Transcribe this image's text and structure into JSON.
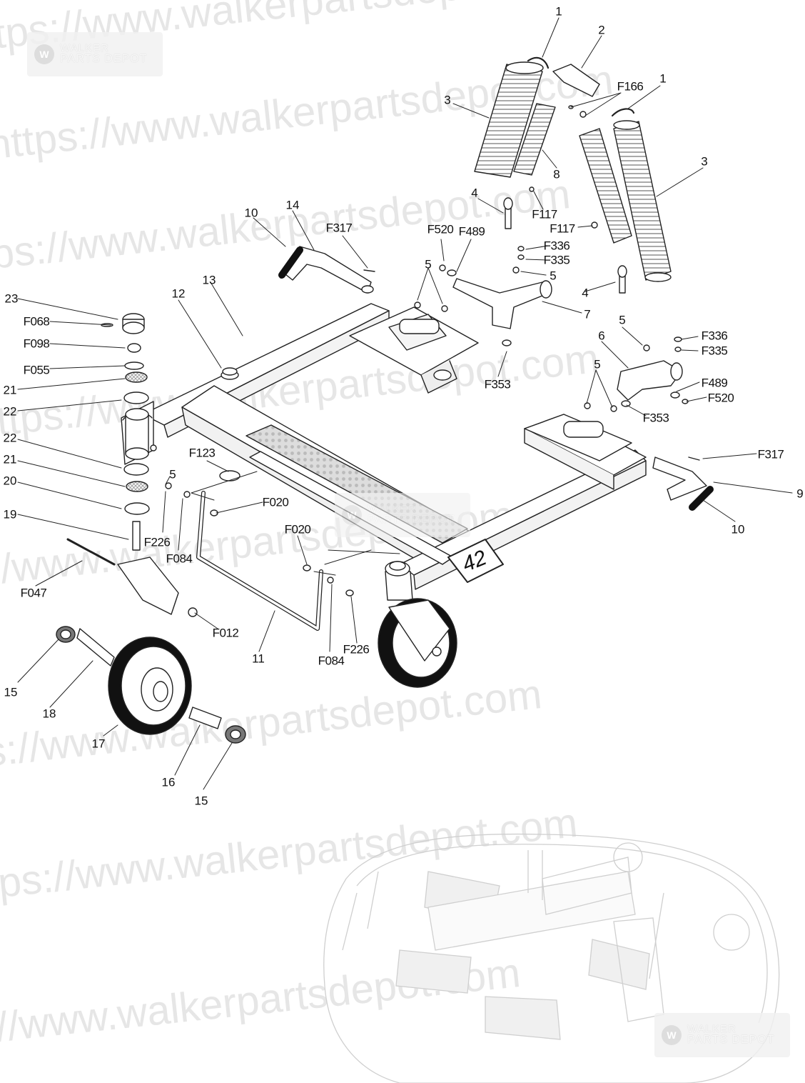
{
  "watermark": {
    "url_text": "https://www.walkerpartsdepot.com",
    "logo_line1": "WALKER",
    "logo_line2": "PARTS DEPOT"
  },
  "model_tag": "42",
  "callouts": {
    "c1a": "1",
    "c2": "2",
    "c3a": "3",
    "f166": "F166",
    "c1b": "1",
    "c8": "8",
    "c3b": "3",
    "c4a": "4",
    "f117a": "F117",
    "f117b": "F117",
    "c10a": "10",
    "c14": "14",
    "f317a": "F317",
    "f520a": "F520",
    "f489a": "F489",
    "f336a": "F336",
    "f335a": "F335",
    "c5a": "5",
    "c5b": "5",
    "c4b": "4",
    "c7": "7",
    "c13": "13",
    "c12": "12",
    "c23": "23",
    "f068": "F068",
    "f098": "F098",
    "f055": "F055",
    "c21a": "21",
    "c22a": "22",
    "f353a": "F353",
    "c5c": "5",
    "c6": "6",
    "f336b": "F336",
    "f335b": "F335",
    "c5d": "5",
    "f489b": "F489",
    "f520b": "F520",
    "f353b": "F353",
    "c22b": "22",
    "f123": "F123",
    "c21b": "21",
    "c5e": "5",
    "c20": "20",
    "f020a": "F020",
    "c19": "19",
    "f226a": "F226",
    "f084a": "F084",
    "f020b": "F020",
    "f047": "F047",
    "f012": "F012",
    "c11": "11",
    "f084b": "F084",
    "f226b": "F226",
    "f317b": "F317",
    "c9": "9",
    "c10b": "10",
    "c15a": "15",
    "c18": "18",
    "c17": "17",
    "c16": "16",
    "c15b": "15"
  }
}
